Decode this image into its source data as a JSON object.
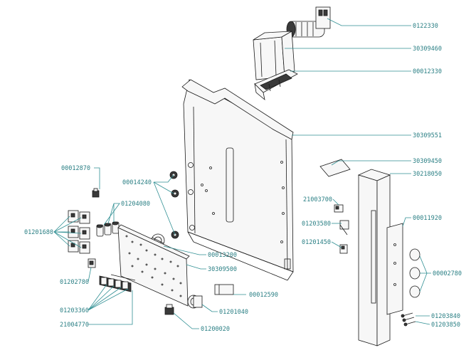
{
  "colors": {
    "line": "#1a1a1a",
    "leader": "#2f8f93",
    "label": "#2a7f84",
    "background": "#ffffff",
    "part_fill": "#f4f4f4",
    "dark_part": "#3a3a3a"
  },
  "labels": {
    "p0122330": "0122330",
    "p30309460": "30309460",
    "p00012330": "00012330",
    "p30309551": "30309551",
    "p30309450": "30309450",
    "p30218050": "30218050",
    "p00011920": "00011920",
    "p00002780": "00002780",
    "p01203840": "01203840",
    "p01203850": "01203850",
    "p00012870": "00012870",
    "p00014240": "00014240",
    "p01204080": "01204080",
    "p01201680": "01201680",
    "p21003700": "21003700",
    "p01203580": "01203580",
    "p01201450": "01201450",
    "p00013200": "00013200",
    "p30309500": "30309500",
    "p01202780": "01202780",
    "p00012590": "00012590",
    "p01203360": "01203360",
    "p01201040": "01201040",
    "p21004770": "21004770",
    "p01200020": "01200020"
  }
}
